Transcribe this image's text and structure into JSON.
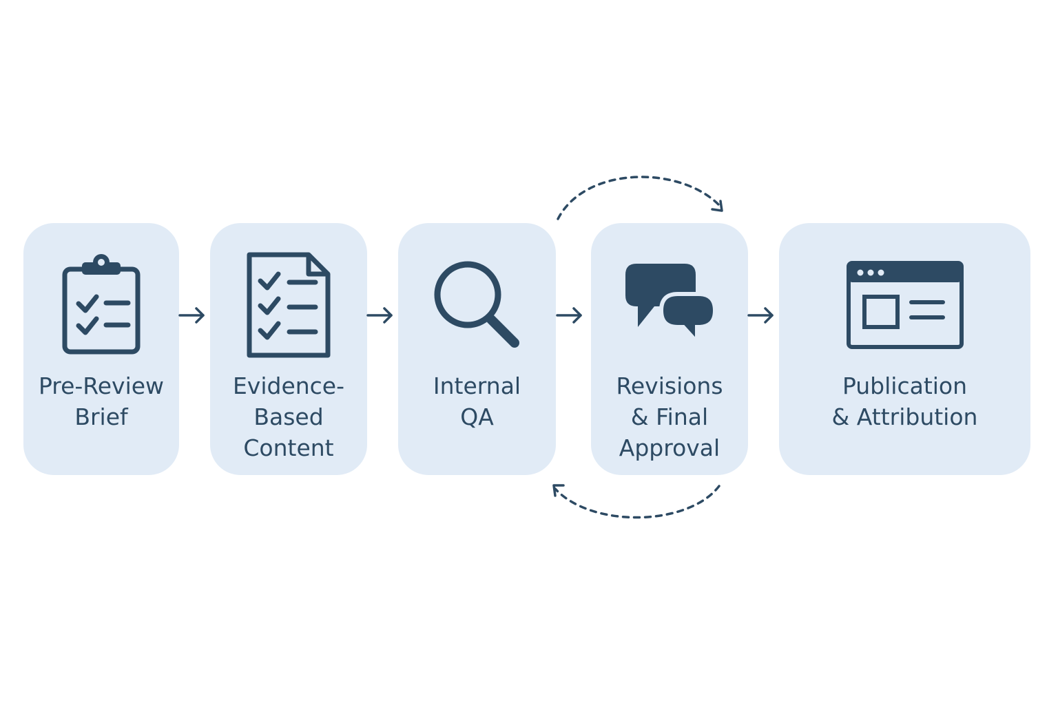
{
  "steps": [
    {
      "label": "Pre-Review\nBrief",
      "icon": "clipboard-checklist-icon"
    },
    {
      "label": "Evidence-\nBased\nContent",
      "icon": "document-checklist-icon"
    },
    {
      "label": "Internal\nQA",
      "icon": "magnifier-icon"
    },
    {
      "label": "Revisions\n& Final\nApproval",
      "icon": "chat-bubbles-icon"
    },
    {
      "label": "Publication\n& Attribution",
      "icon": "browser-window-icon"
    }
  ],
  "colors": {
    "card_background": "#e1ebf6",
    "icon_and_text": "#2d4a63",
    "page_background": "#ffffff"
  }
}
